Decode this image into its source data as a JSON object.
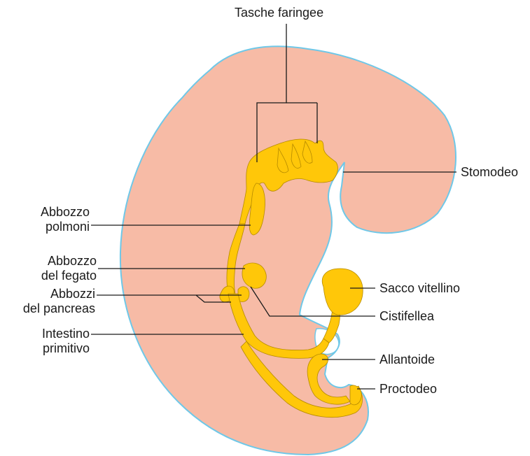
{
  "labels": {
    "tasche_faringee": "Tasche faringee",
    "stomodeo": "Stomodeo",
    "abbozzo_polmoni": [
      "Abbozzo",
      "polmoni"
    ],
    "abbozzo_fegato": [
      "Abbozzo",
      "del fegato"
    ],
    "abbozzi_pancreas": [
      "Abbozzi",
      "del pancreas"
    ],
    "intestino_primitivo": [
      "Intestino",
      "primitivo"
    ],
    "sacco_vitellino": "Sacco vitellino",
    "cistifellea": "Cistifellea",
    "allantoide": "Allantoide",
    "proctodeo": "Proctodeo"
  },
  "colors": {
    "embryo_fill": "#f7bba6",
    "embryo_outline": "#6fc8e8",
    "gut_fill": "#ffc709",
    "gut_outline": "#b58a00",
    "cavity_fill": "#ffffff",
    "leader_line": "#1a1a1a"
  }
}
